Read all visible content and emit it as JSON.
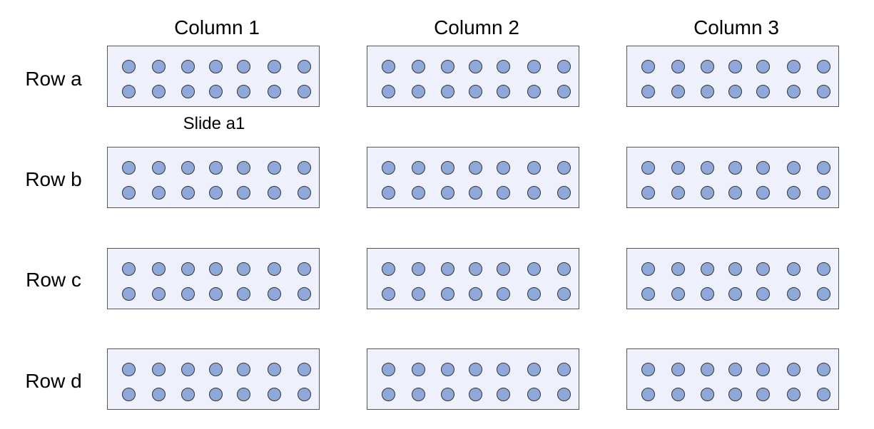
{
  "diagram": {
    "columns": [
      "Column 1",
      "Column 2",
      "Column 3"
    ],
    "rows": [
      "Row a",
      "Row b",
      "Row c",
      "Row d"
    ],
    "slide_caption": "Slide a1",
    "wells_per_slide_row": 7,
    "well_rows_per_slide": 2,
    "colors": {
      "slide_fill": "#eef0fb",
      "slide_border": "#555555",
      "well_fill": "#8ea8d9",
      "well_border": "#333333"
    }
  }
}
